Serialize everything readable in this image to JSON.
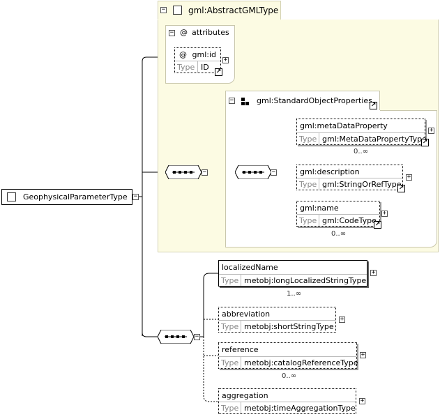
{
  "root": {
    "name": "GeophysicalParameterType"
  },
  "abstract_type": {
    "title": "gml:AbstractGMLType",
    "attributes_label": "attributes",
    "attribute": {
      "name": "gml:id",
      "type_label": "Type",
      "type": "ID"
    },
    "group": {
      "title": "gml:StandardObjectProperties"
    },
    "elements": [
      {
        "name": "gml:metaDataProperty",
        "type_label": "Type",
        "type": "gml:MetaDataPropertyType",
        "occurs": "0..∞"
      },
      {
        "name": "gml:description",
        "type_label": "Type",
        "type": "gml:StringOrRefType",
        "occurs": ""
      },
      {
        "name": "gml:name",
        "type_label": "Type",
        "type": "gml:CodeType",
        "occurs": "0..∞"
      }
    ]
  },
  "elements": [
    {
      "name": "localizedName",
      "type_label": "Type",
      "type": "metobj:longLocalizedStringType",
      "occurs": "1..∞"
    },
    {
      "name": "abbreviation",
      "type_label": "Type",
      "type": "metobj:shortStringType",
      "occurs": ""
    },
    {
      "name": "reference",
      "type_label": "Type",
      "type": "metobj:catalogReferenceType",
      "occurs": "0..∞"
    },
    {
      "name": "aggregation",
      "type_label": "Type",
      "type": "metobj:timeAggregationType",
      "occurs": ""
    }
  ],
  "symbols": {
    "collapse": "−",
    "expand": "+",
    "link": "↗",
    "at": "@"
  }
}
